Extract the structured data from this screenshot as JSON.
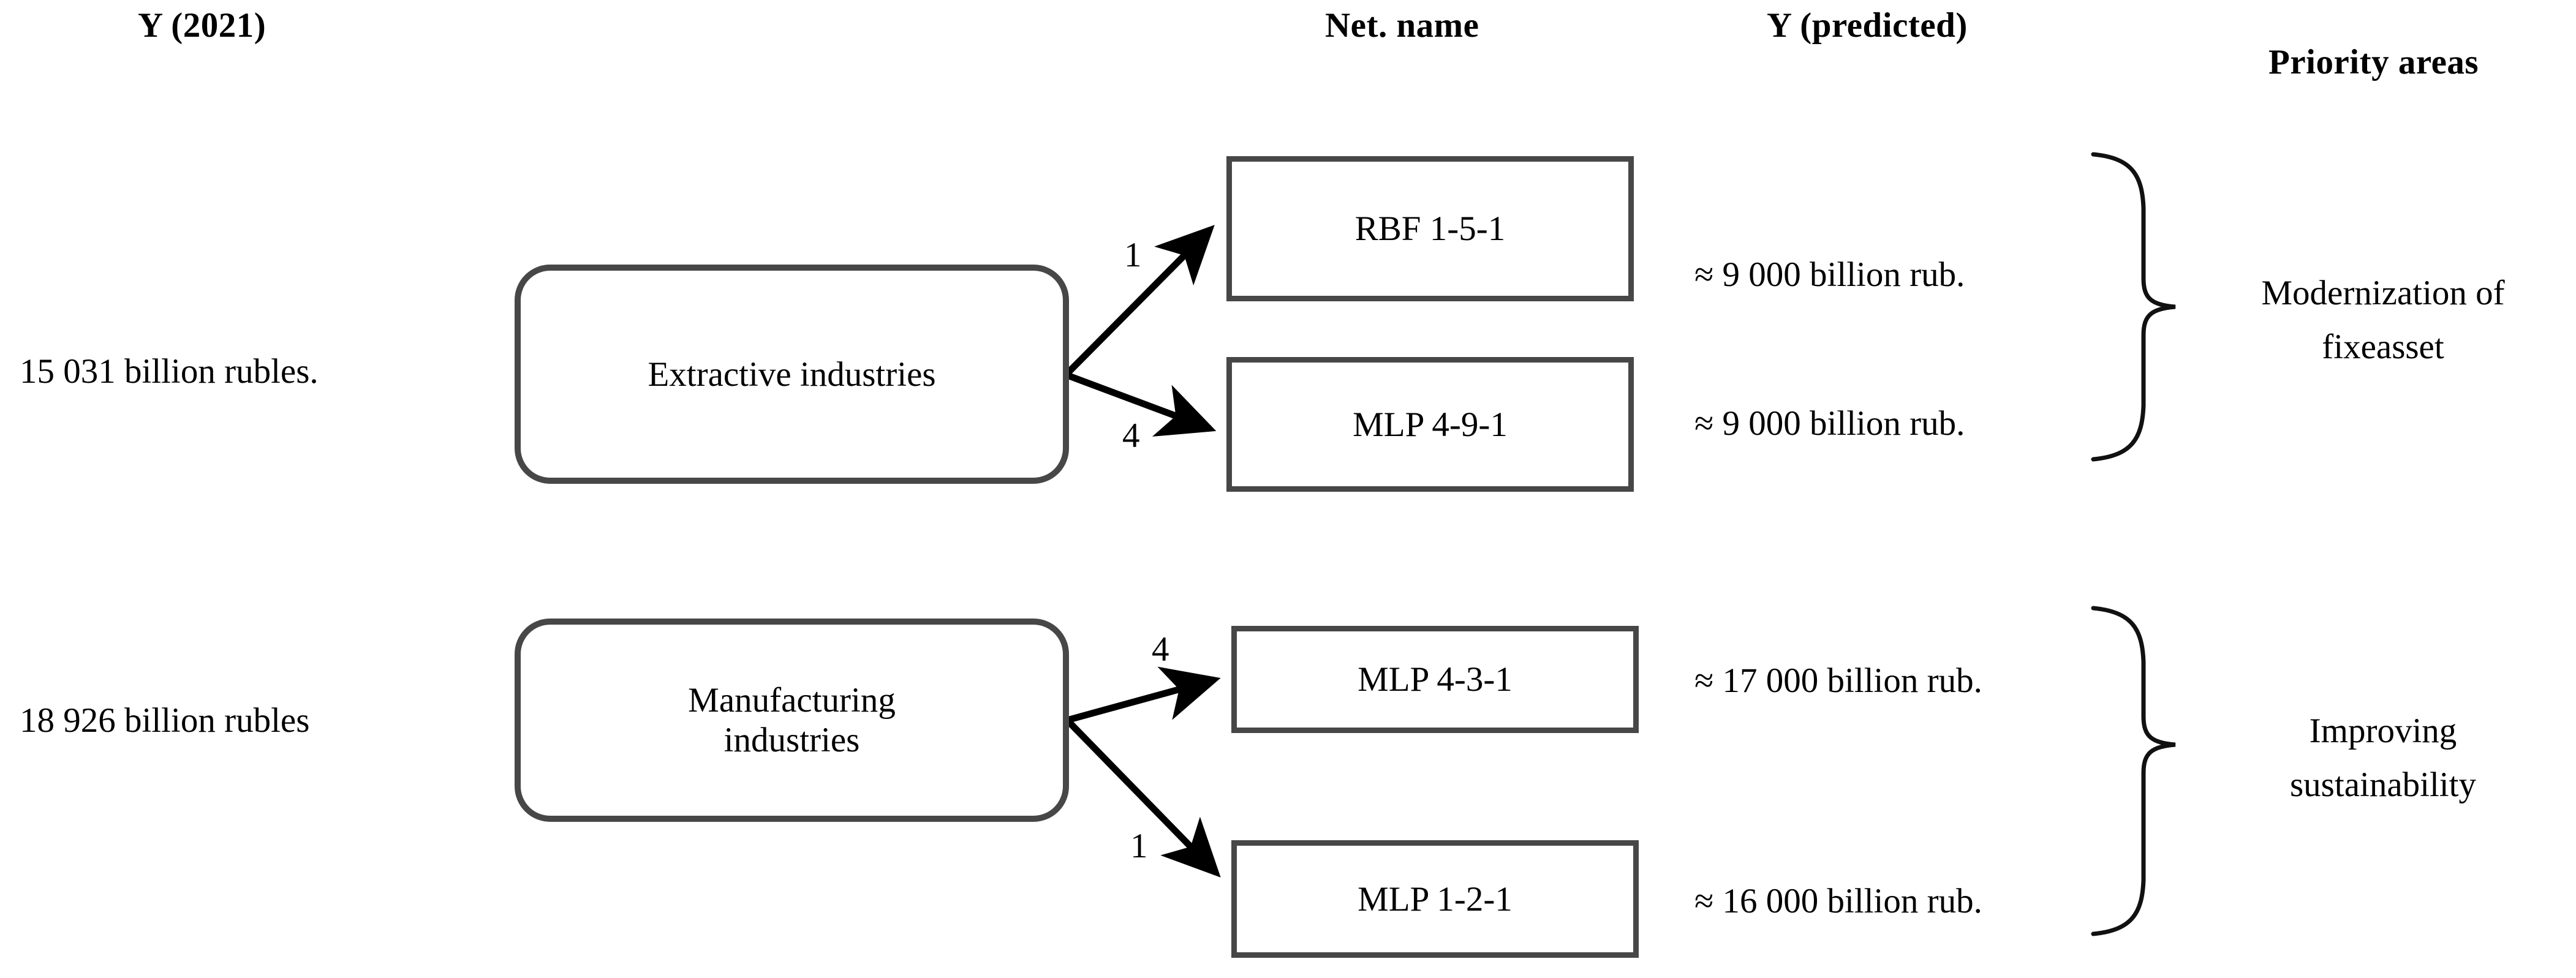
{
  "headers": {
    "y_actual": "Y (2021)",
    "net_name": "Net. name",
    "y_predicted": "Y (predicted)",
    "priority_areas": "Priority areas"
  },
  "groups": [
    {
      "id": "extractive",
      "actual_value": "15 031 billion rubles.",
      "source_label": "Extractive industries",
      "priority_area_line1": "Modernization of",
      "priority_area_line2": "fixeasset",
      "nets": [
        {
          "edge_label": "1",
          "name": "RBF 1-5-1",
          "predicted": "≈ 9 000 billion rub."
        },
        {
          "edge_label": "4",
          "name": "MLP 4-9-1",
          "predicted": "≈ 9 000 billion rub."
        }
      ]
    },
    {
      "id": "manufacturing",
      "actual_value": "18 926 billion rubles",
      "source_label_line1": "Manufacturing",
      "source_label_line2": "industries",
      "priority_area_line1": "Improving",
      "priority_area_line2": "sustainability",
      "nets": [
        {
          "edge_label": "4",
          "name": "MLP 4-3-1",
          "predicted": "≈ 17 000 billion rub."
        },
        {
          "edge_label": "1",
          "name": "MLP 1-2-1",
          "predicted": "≈ 16 000 billion rub."
        }
      ]
    }
  ],
  "colors": {
    "stroke_box": "#474747",
    "arrow": "#000000",
    "text": "#000000",
    "background": "#ffffff"
  }
}
